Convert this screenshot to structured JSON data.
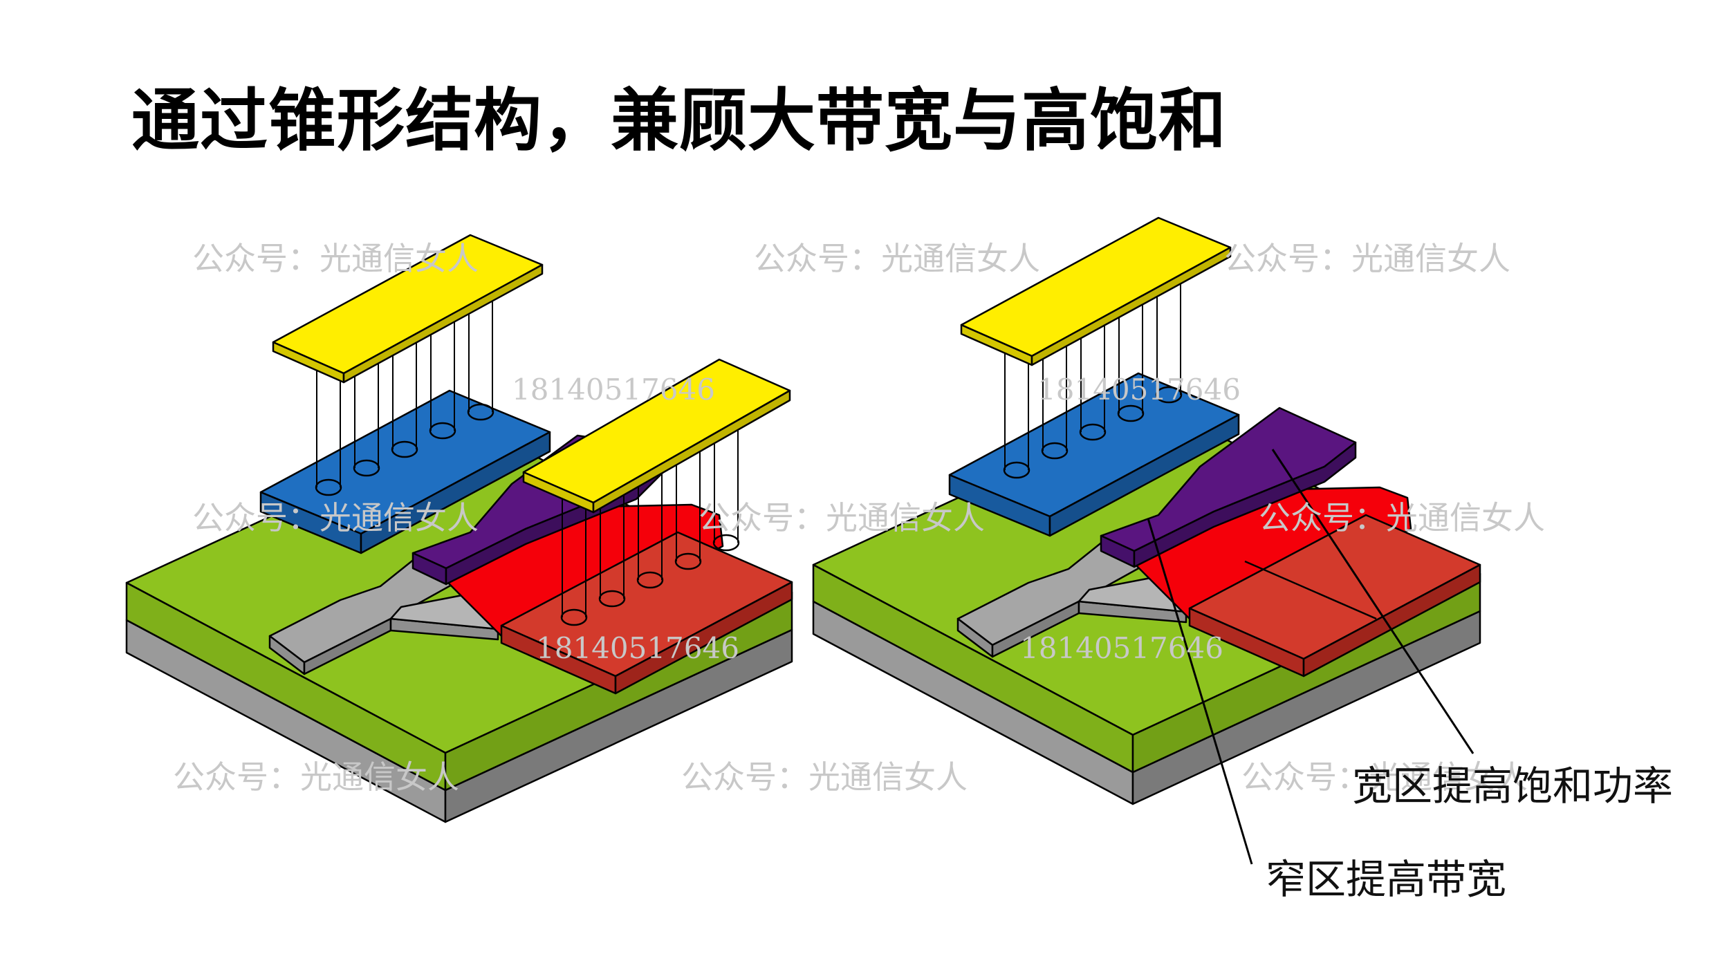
{
  "title": "通过锥形结构，兼顾大带宽与高饱和",
  "labels": {
    "wide_region": "宽区提高饱和功率",
    "narrow_region": "窄区提高带宽"
  },
  "watermark": {
    "account": "公众号：光通信女人",
    "phone": "18140517646"
  },
  "colors": {
    "substrate": "#8a8a8a",
    "base": "#8ec31f",
    "n_contact": "#1f6fc1",
    "p_contact": "#d33a2c",
    "bright_red": "#f5000a",
    "taper": "#5a1580",
    "waveguide": "#a6a6a6",
    "pad": "#ffee00"
  }
}
